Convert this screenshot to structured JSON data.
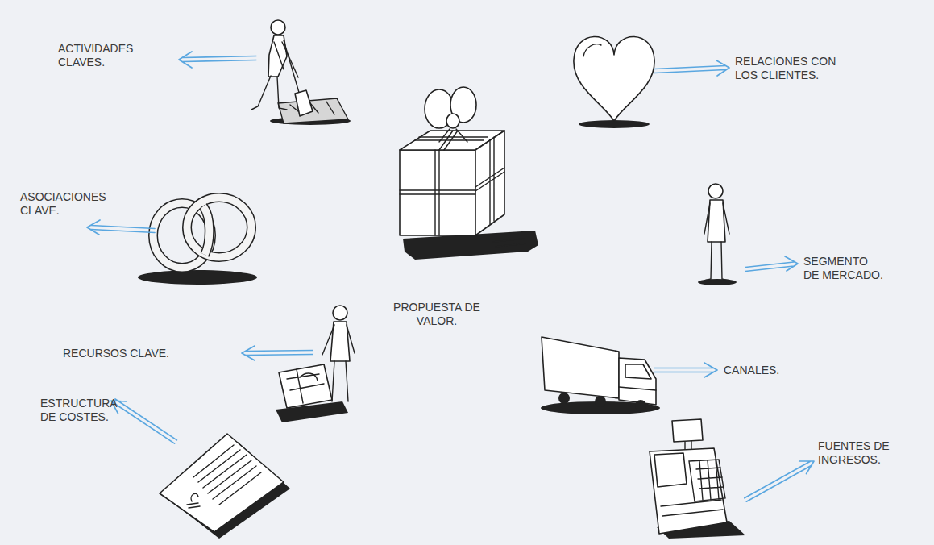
{
  "diagram": {
    "labels": [
      "ACTIVIDADES CLAVES.",
      "RELACIONES CON LOS CLIENTES.",
      "ASOCIACIONES CLAVE.",
      "SEGMENTO DE MERCADO.",
      "PROPUESTA DE VALOR.",
      "RECURSOS CLAVE.",
      "CANALES.",
      "ESTRUCTURA DE COSTES.",
      "FUENTES DE INGRESOS."
    ]
  }
}
